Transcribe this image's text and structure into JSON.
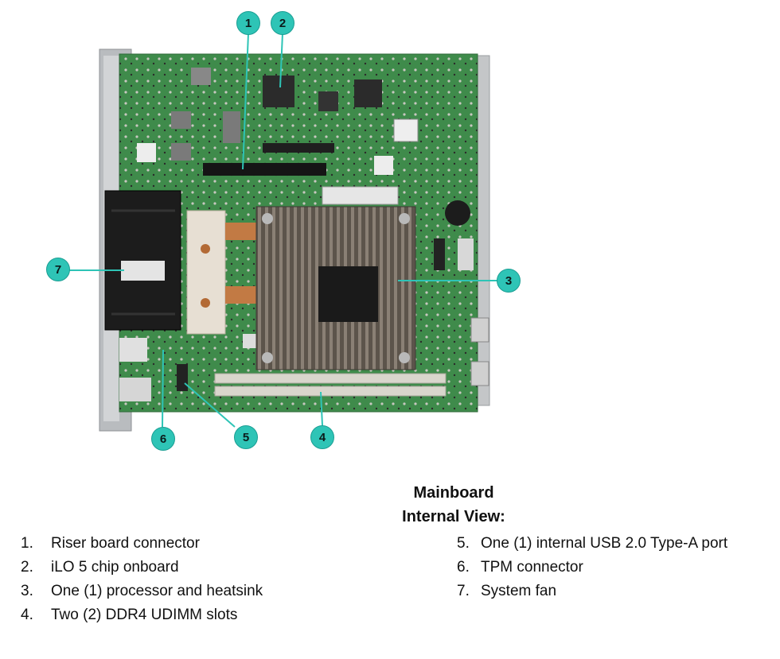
{
  "caption": {
    "line1": "Mainboard",
    "line2": "Internal View:"
  },
  "callouts": [
    "1",
    "2",
    "3",
    "4",
    "5",
    "6",
    "7"
  ],
  "legend_left": [
    {
      "num": "1.",
      "text": "Riser board connector"
    },
    {
      "num": "2.",
      "text": "iLO 5 chip onboard"
    },
    {
      "num": "3.",
      "text": "One (1) processor and heatsink"
    },
    {
      "num": "4.",
      "text": "Two (2) DDR4 UDIMM slots"
    }
  ],
  "legend_right": [
    {
      "num": "5.",
      "text": "One (1) internal USB 2.0 Type-A port"
    },
    {
      "num": "6.",
      "text": "TPM connector"
    },
    {
      "num": "7.",
      "text": "System fan"
    }
  ],
  "colors": {
    "pcb": "#3e8a4a",
    "callout": "#2ec4b6",
    "heatsink": "#6b6258"
  }
}
